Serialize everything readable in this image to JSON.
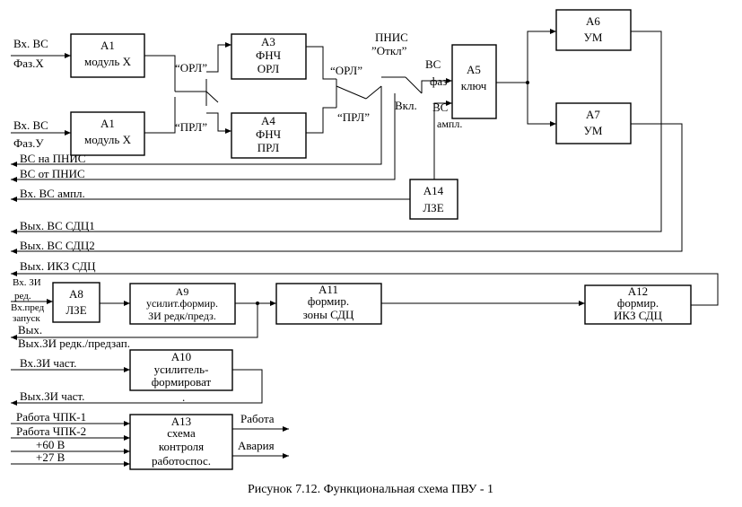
{
  "caption": "Рисунок 7.12. Функциональная схема ПВУ - 1",
  "blocks": {
    "a1_top": {
      "id": "А1",
      "name": "модуль Х"
    },
    "a1_bot": {
      "id": "А1",
      "name": "модуль Х"
    },
    "a3": {
      "id": "А3",
      "line1": "ФНЧ",
      "line2": "ОРЛ"
    },
    "a4": {
      "id": "А4",
      "line1": "ФНЧ",
      "line2": "ПРЛ"
    },
    "a5": {
      "id": "А5",
      "name": "ключ"
    },
    "a6": {
      "id": "А6",
      "name": "УМ"
    },
    "a7": {
      "id": "А7",
      "name": "УМ"
    },
    "a8": {
      "id": "А8",
      "name": "ЛЗЕ"
    },
    "a9": {
      "id": "А9",
      "line1": "усилит.формир.",
      "line2": "ЗИ редк/предз."
    },
    "a10": {
      "id": "А10",
      "line1": "усилитель-",
      "line2": "формироват"
    },
    "a11": {
      "id": "А11",
      "line1": "формир.",
      "line2": "зоны СДЦ"
    },
    "a12": {
      "id": "А12",
      "line1": "формир.",
      "line2": "ИКЗ СДЦ"
    },
    "a13": {
      "id": "А13",
      "line1": "схема",
      "line2": "контроля",
      "line3": "работоспос."
    },
    "a14": {
      "id": "А14",
      "name": "ЛЗЕ"
    }
  },
  "labels": {
    "vx_vs_1": "Вх. ВС",
    "faz_x": "Фаз.Х",
    "vx_vs_2": "Вх. ВС",
    "faz_y": "Фаз.У",
    "orl_1": "“ОРЛ”",
    "prl_1": "“ПРЛ”",
    "orl_2": "“ОРЛ”",
    "prl_2": "“ПРЛ”",
    "pnis_1": "ПНИС",
    "pnis_2": "”Откл”",
    "vkl": "Вкл.",
    "vs_faz_1": "ВС",
    "vs_faz_2": "фаз",
    "vs_ampl_1": "ВС",
    "vs_ampl_2": "ампл.",
    "vs_na_pnis": "ВС на ПНИС",
    "vs_ot_pnis": "ВС от ПНИС",
    "vx_vs_ampl": "Вх. ВС ампл.",
    "vyx_vs_sdc1": "Вых. ВС СДЦ1",
    "vyx_vs_sdc2": "Вых. ВС СДЦ2",
    "vyx_ikz_sdc": "Вых. ИКЗ СДЦ",
    "vx_zi_1": "Вх. ЗИ",
    "vx_zi_2": "ред.",
    "vx_pred_1": "Вх.пред",
    "vx_pred_2": "запуск",
    "vyx_1": "Вых.",
    "vyx_zi_redk": "Вых.ЗИ редк./предзап.",
    "vx_zi_chast": "Вх.ЗИ част.",
    "vyx_zi_chast": "Вых.ЗИ част.",
    "dot_a10": ".",
    "rabota_chpk1": "Работа ЧПК-1",
    "rabota_chpk2": "Работа ЧПК-2",
    "plus60": "+60 В",
    "plus27": "+27 В",
    "rabota": "Работа",
    "avariya": "Авария"
  }
}
